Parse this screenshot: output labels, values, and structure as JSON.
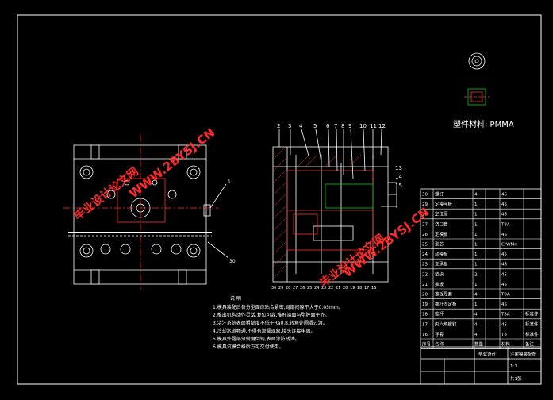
{
  "material_label": "塑件材料: PMMA",
  "watermarks": {
    "site_a": "WWW.2BYSJ.CN",
    "site_b": "WWW.2BYSJ.CN",
    "brand_a": "毕业设计论文网",
    "brand_b": "毕业设计论文网"
  },
  "front_view_callouts": [
    "1",
    "30"
  ],
  "section_callouts_top": [
    "2",
    "3",
    "4",
    "5",
    "6",
    "7",
    "8",
    "9",
    "10",
    "11",
    "12"
  ],
  "section_callouts_right": [
    "13",
    "14",
    "15"
  ],
  "section_callouts_bottom": [
    "30",
    "29",
    "28",
    "27",
    "26",
    "25",
    "24",
    "23",
    "22",
    "21",
    "20",
    "19",
    "18",
    "17",
    "16"
  ],
  "notes_title": "说 明",
  "notes_lines": [
    "1.模具装配后各分型面应贴合紧密,局部间隙不大于0.05mm。",
    "2.推出机构动作灵活,复位可靠,推杆端面与型腔面平齐。",
    "3.浇注系统表面粗糙度不低于Ra0.8,转角处圆滑过渡。",
    "4.冷却水道畅通,不得有渗漏现象,接头连接牢固。",
    "5.模具外露部分锐角倒钝,表面涂防锈油。",
    "6.模具试模合格后方可交付使用。"
  ],
  "bom_header": [
    "序号",
    "名称",
    "数量",
    "材料",
    "备注"
  ],
  "bom_rows": [
    [
      "16",
      "导套",
      "4",
      "T8",
      "标准件"
    ],
    [
      "17",
      "内六角螺钉",
      "4",
      "45",
      "标准件"
    ],
    [
      "18",
      "推杆",
      "4",
      "T8A",
      "标准件"
    ],
    [
      "19",
      "推杆固定板",
      "1",
      "45",
      ""
    ],
    [
      "20",
      "推板导套",
      "4",
      "T8A",
      ""
    ],
    [
      "21",
      "推板",
      "1",
      "45",
      ""
    ],
    [
      "22",
      "垫块",
      "2",
      "45",
      ""
    ],
    [
      "23",
      "支承板",
      "1",
      "45",
      ""
    ],
    [
      "24",
      "动模板",
      "1",
      "45",
      ""
    ],
    [
      "25",
      "型芯",
      "1",
      "CrWMn",
      ""
    ],
    [
      "26",
      "定模板",
      "1",
      "45",
      ""
    ],
    [
      "27",
      "浇口套",
      "1",
      "T8A",
      ""
    ],
    [
      "28",
      "定位圈",
      "1",
      "45",
      ""
    ],
    [
      "29",
      "定模座板",
      "1",
      "45",
      ""
    ],
    [
      "30",
      "螺钉",
      "4",
      "45",
      ""
    ]
  ],
  "title_block": {
    "name": "注射模装配图",
    "company": "毕业设计",
    "scale": "1:1",
    "sheet": "共1张"
  }
}
